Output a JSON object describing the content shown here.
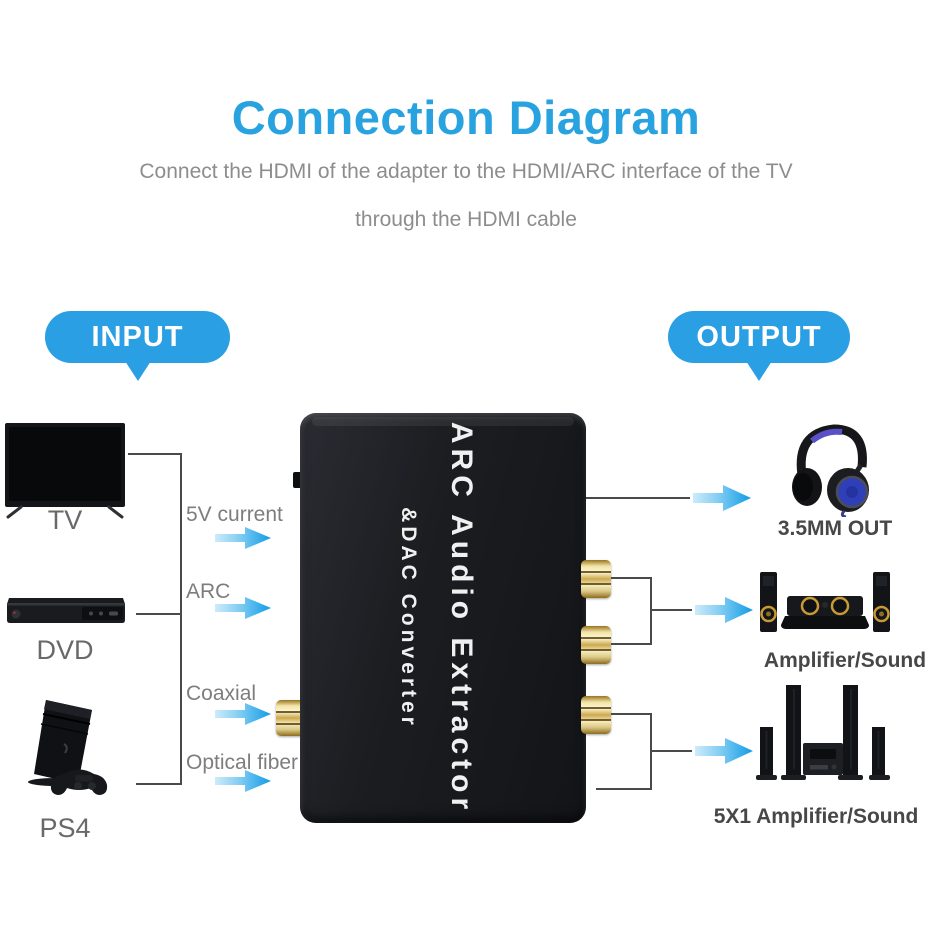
{
  "header": {
    "title": "Connection Diagram",
    "subtitle_line1": "Connect the HDMI of the adapter to the HDMI/ARC interface of the TV",
    "subtitle_line2": "through the HDMI cable"
  },
  "input_section": {
    "bubble_label": "INPUT",
    "devices": [
      {
        "name": "tv",
        "label": "TV"
      },
      {
        "name": "dvd",
        "label": "DVD"
      },
      {
        "name": "ps4",
        "label": "PS4"
      }
    ]
  },
  "converter": {
    "name_line1": "ARC Audio Extractor",
    "name_line2": "&DAC Converter",
    "input_ports": [
      {
        "label": "5V current"
      },
      {
        "label": "ARC"
      },
      {
        "label": "Coaxial"
      },
      {
        "label": "Optical fiber"
      }
    ]
  },
  "output_section": {
    "bubble_label": "OUTPUT",
    "devices": [
      {
        "name": "headphones",
        "label": "3.5MM OUT"
      },
      {
        "name": "amplifier",
        "label": "Amplifier/Sound"
      },
      {
        "name": "home-theater",
        "label": "5X1 Amplifier/Sound"
      }
    ]
  },
  "colors": {
    "title_blue": "#29a3e0",
    "bubble_blue": "#2b9fe3",
    "arrow_light": "#cdebfa",
    "arrow_dark": "#119ce6",
    "subtitle_gray": "#8d8d8d",
    "device_label_gray": "#696969",
    "output_label_dark": "#474747",
    "connector_gray": "#4a4a4a",
    "device_black": "#1b1d21",
    "rca_gold": "#cda84e"
  }
}
